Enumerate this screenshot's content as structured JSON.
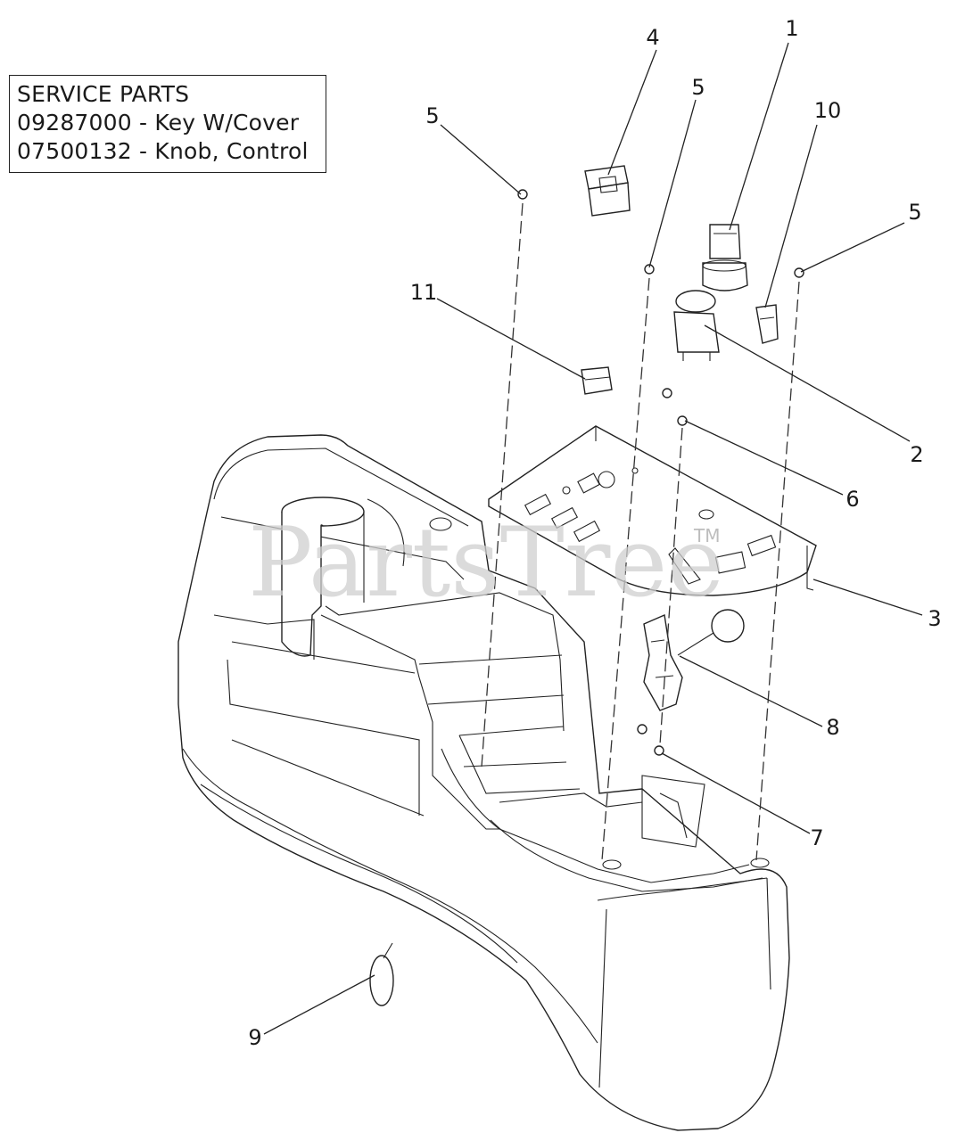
{
  "service_parts": {
    "title": "SERVICE PARTS",
    "lines": [
      "09287000 - Key W/Cover",
      "07500132 - Knob, Control"
    ]
  },
  "watermark": {
    "text": "PartsTree",
    "tm": "TM"
  },
  "callouts": [
    "1",
    "2",
    "3",
    "4",
    "5",
    "5",
    "5",
    "6",
    "7",
    "8",
    "9",
    "10",
    "11"
  ]
}
